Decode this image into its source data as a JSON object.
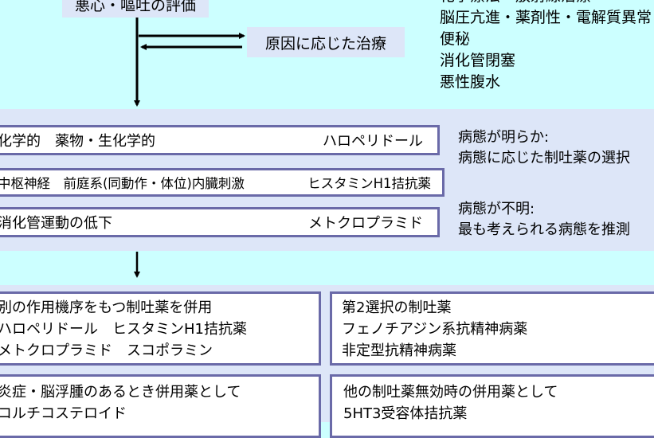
{
  "top": {
    "evaluation": "悪心・嘔吐の評価",
    "cause_treatment": "原因に応じた治療",
    "causes": [
      "化学療法・放射線治療",
      "脳圧亢進・薬剤性・電解質異常",
      "便秘",
      "消化管閉塞",
      "悪性腹水"
    ]
  },
  "middle": {
    "rows": [
      {
        "cause": "化学的　薬物・生化学的",
        "drug": "ハロペリドール"
      },
      {
        "cause": "中枢神経　前庭系(同動作・体位)内臓刺激",
        "drug": "ヒスタミンH1拮抗薬"
      },
      {
        "cause": "消化管運動の低下",
        "drug": "メトクロプラミド"
      }
    ],
    "notes": [
      {
        "title": "病態が明らか:",
        "text": "病態に応じた制吐薬の選択"
      },
      {
        "title": "病態が不明:",
        "text": "最も考えられる病態を推測"
      }
    ]
  },
  "bottom": {
    "boxes": [
      {
        "lines": [
          "別の作用機序をもつ制吐薬を併用",
          "ハロペリドール　ヒスタミンH1拮抗薬",
          "メトクロプラミド　スコポラミン"
        ]
      },
      {
        "lines": [
          "第2選択の制吐薬",
          "フェノチアジン系抗精神病薬",
          "非定型抗精神病薬"
        ]
      },
      {
        "lines": [
          "炎症・脳浮腫のあるとき併用薬として",
          "コルチコステロイド"
        ]
      },
      {
        "lines": [
          "他の制吐薬無効時の併用薬として",
          "5HT3受容体拮抗薬"
        ]
      }
    ]
  }
}
